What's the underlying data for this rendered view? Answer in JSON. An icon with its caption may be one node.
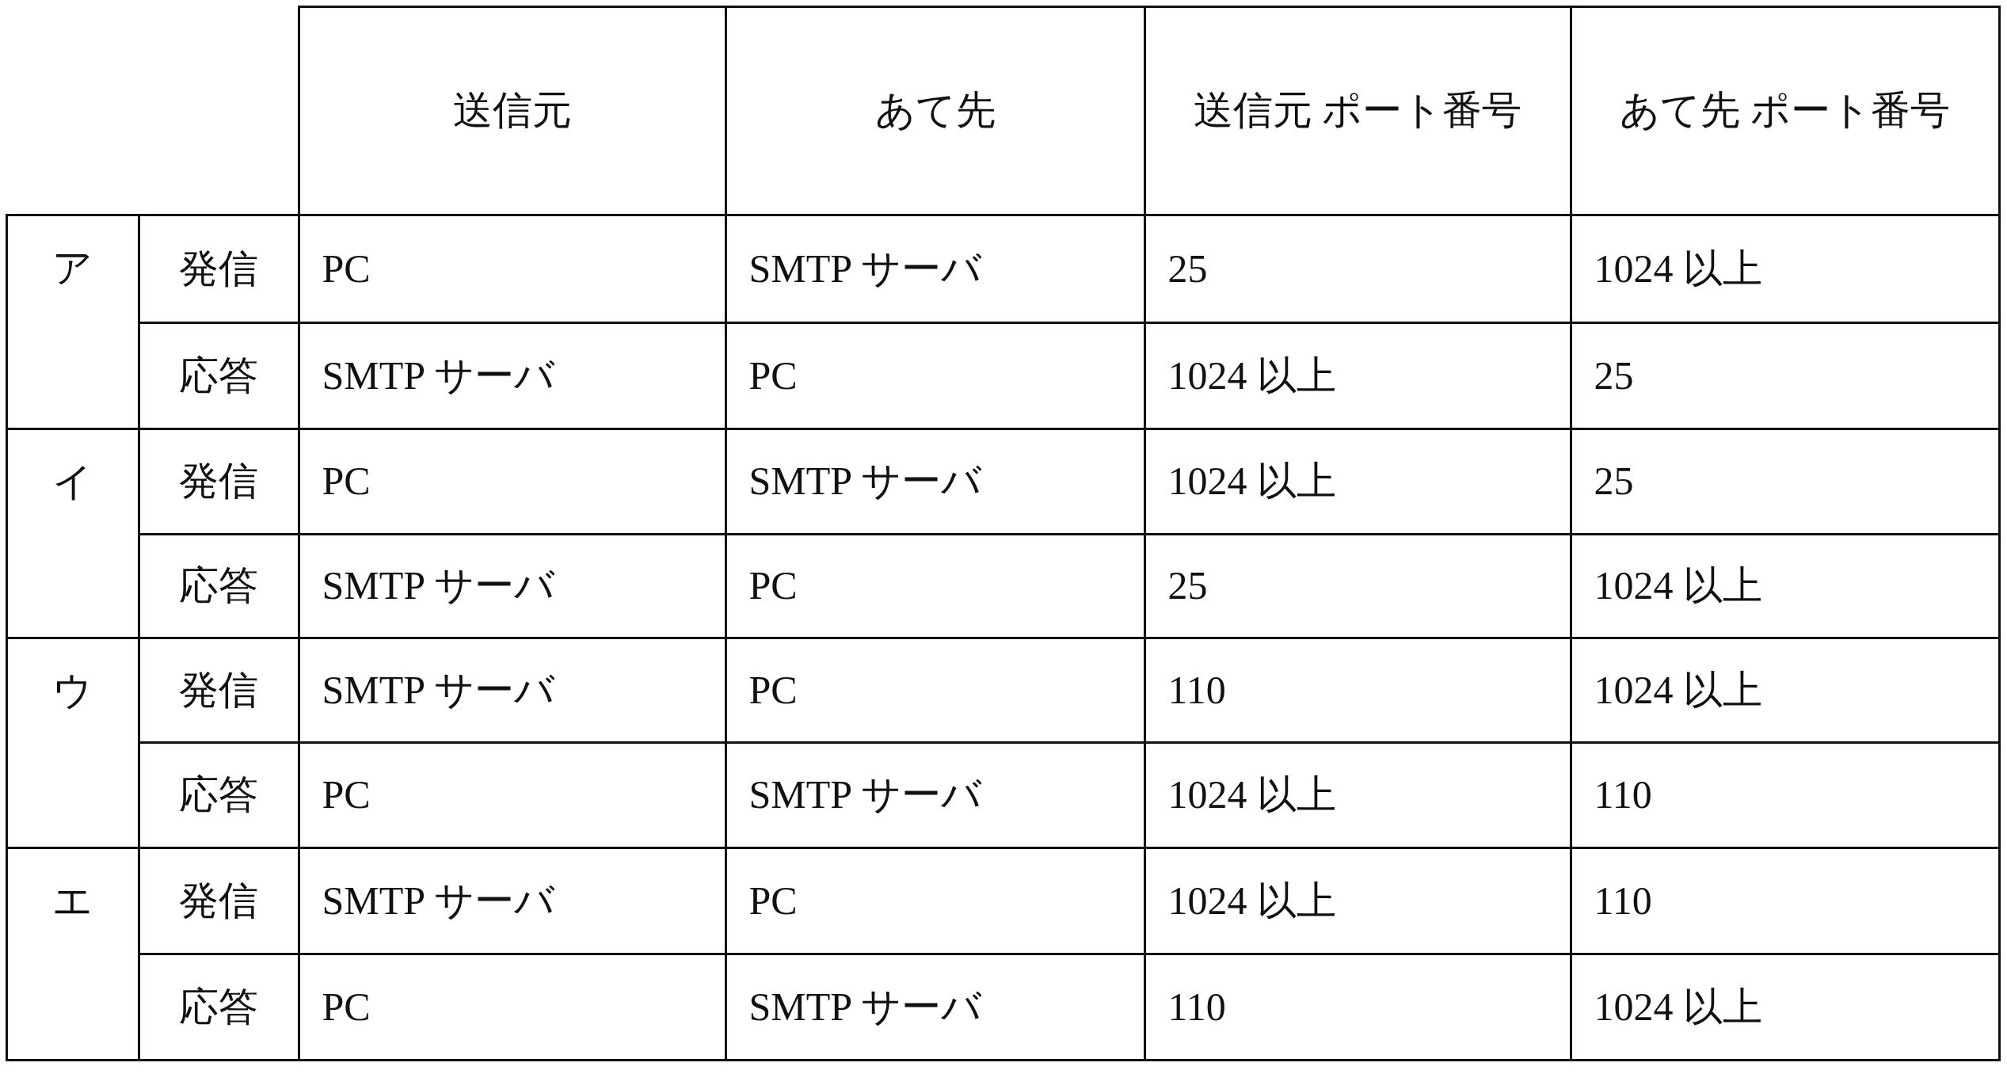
{
  "diagram": {
    "labels": [
      "送信元",
      "あて先",
      "送信元 ポート番号",
      "あて先 ポート番号",
      "ア",
      "発信",
      "PC",
      "SMTP サーバ",
      "25",
      "1024 以上",
      "応答",
      "SMTP サーバ",
      "PC",
      "1024 以上",
      "25",
      "イ",
      "発信",
      "PC",
      "SMTP サーバ",
      "1024 以上",
      "25",
      "応答",
      "SMTP サーバ",
      "PC",
      "25",
      "1024 以上",
      "ウ",
      "発信",
      "SMTP サーバ",
      "PC",
      "110",
      "1024 以上",
      "応答",
      "PC",
      "SMTP サーバ",
      "1024 以上",
      "110",
      "エ",
      "発信",
      "SMTP サーバ",
      "PC",
      "1024 以上",
      "110",
      "応答",
      "PC",
      "SMTP サーバ",
      "110",
      "1024 以上"
    ]
  }
}
